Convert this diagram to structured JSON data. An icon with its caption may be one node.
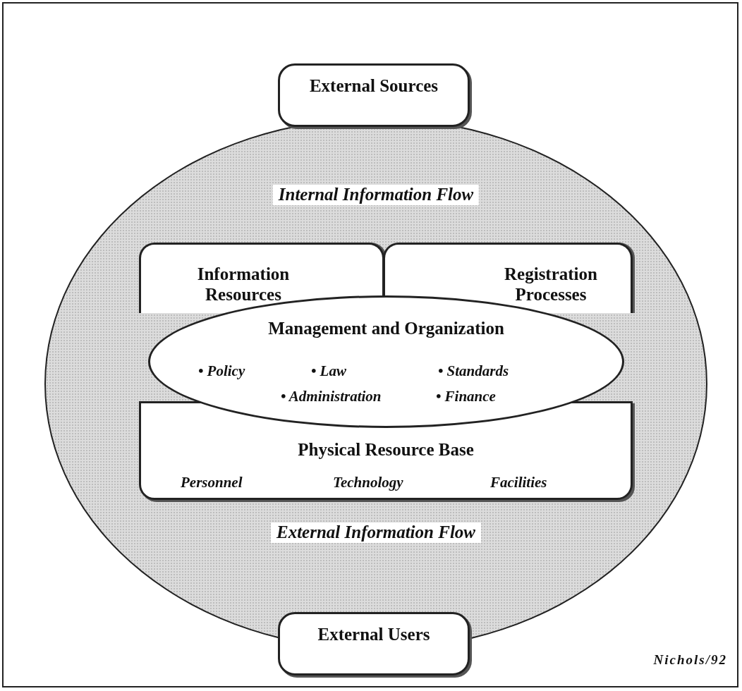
{
  "diagram": {
    "nodes": [
      {
        "text": [
          "Internal Information Flow",
          "External Information Flow"
        ]
      },
      {
        "text": [
          "External Sources"
        ]
      },
      {
        "text": [
          "Information Resources"
        ],
        "in": 0
      },
      {
        "text": [
          "Registration Processes"
        ],
        "in": 0
      },
      {
        "text": [
          "Management and Organization",
          "• Policy",
          "• Law",
          "• Standards",
          "• Administration",
          "• Finance"
        ],
        "in": 0
      },
      {
        "text": [
          "Physical Resource Base",
          "Personnel",
          "Technology",
          "Facilities"
        ],
        "in": 0
      },
      {
        "text": [
          "External Users"
        ]
      }
    ],
    "edges": [],
    "labels": [
      "Nichols/92"
    ]
  }
}
